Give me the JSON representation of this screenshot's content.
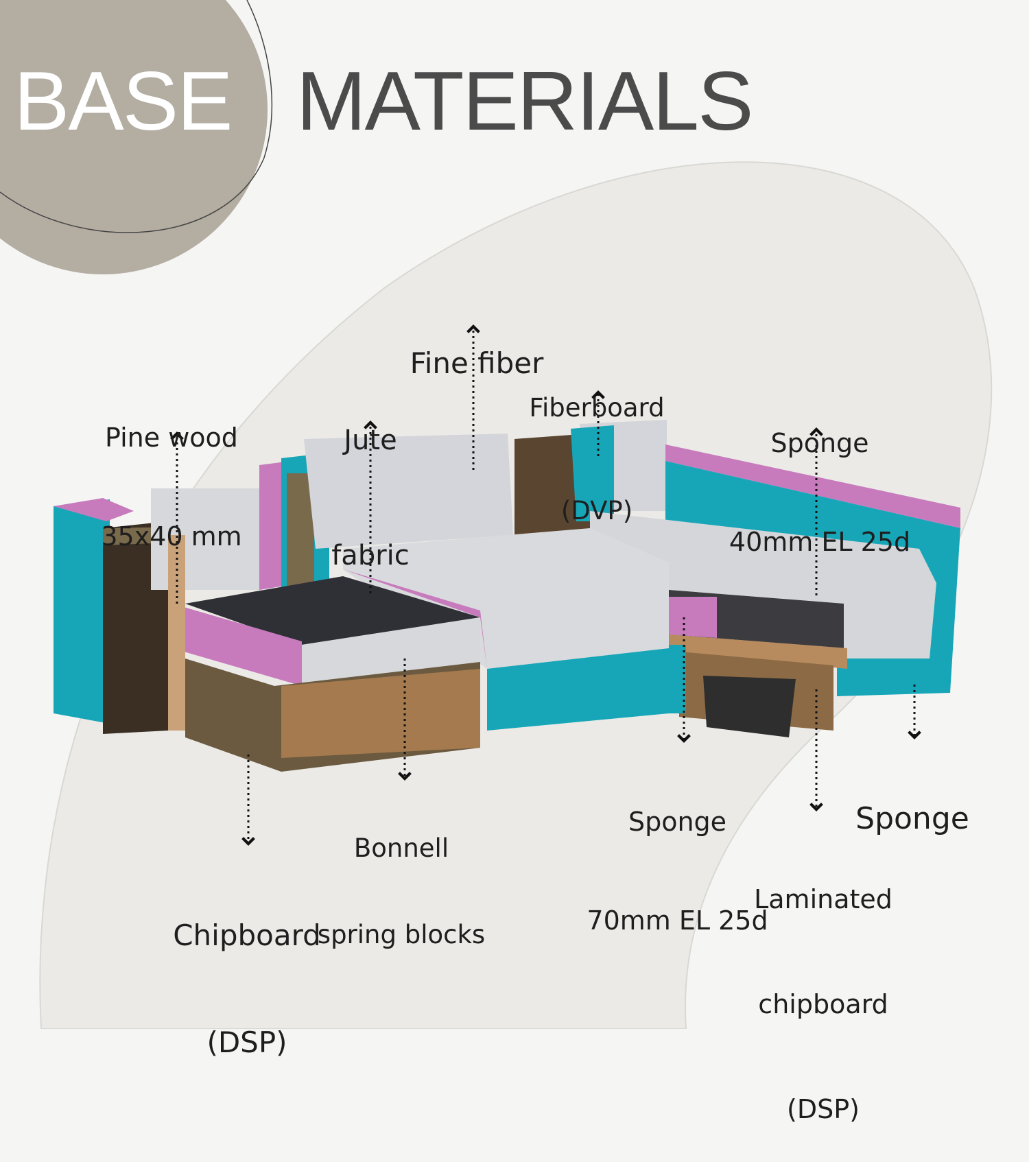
{
  "title": {
    "word1": "BASE",
    "word2": "MATERIALS"
  },
  "colors": {
    "circle": "#b3ada2",
    "sponge": "#1aa7b8",
    "pink_foam": "#c77bbd",
    "fiber": "#d6d7db",
    "chipboard": "#6b5a40",
    "wood": "#a47a4e",
    "title_dark": "#4b4b4b"
  },
  "labels": {
    "pine_wood": {
      "line1": "Pine wood",
      "line2": "35x40 mm"
    },
    "jute": {
      "line1": "Jute",
      "line2": "fabric"
    },
    "fine_fiber": {
      "line1": "Fine fiber"
    },
    "fiberboard": {
      "line1": "Fiberboard",
      "line2": "(DVP)"
    },
    "sponge_40": {
      "line1": "Sponge",
      "line2": "40mm EL 25d"
    },
    "chipboard": {
      "line1": "Chipboard",
      "line2": "(DSP)"
    },
    "bonnell": {
      "line1": "Bonnell",
      "line2": "spring blocks"
    },
    "sponge_70": {
      "line1": "Sponge",
      "line2": "70mm EL 25d"
    },
    "sponge": {
      "line1": "Sponge"
    },
    "laminated": {
      "line1": "Laminated",
      "line2": "chipboard",
      "line3": "(DSP)"
    }
  }
}
